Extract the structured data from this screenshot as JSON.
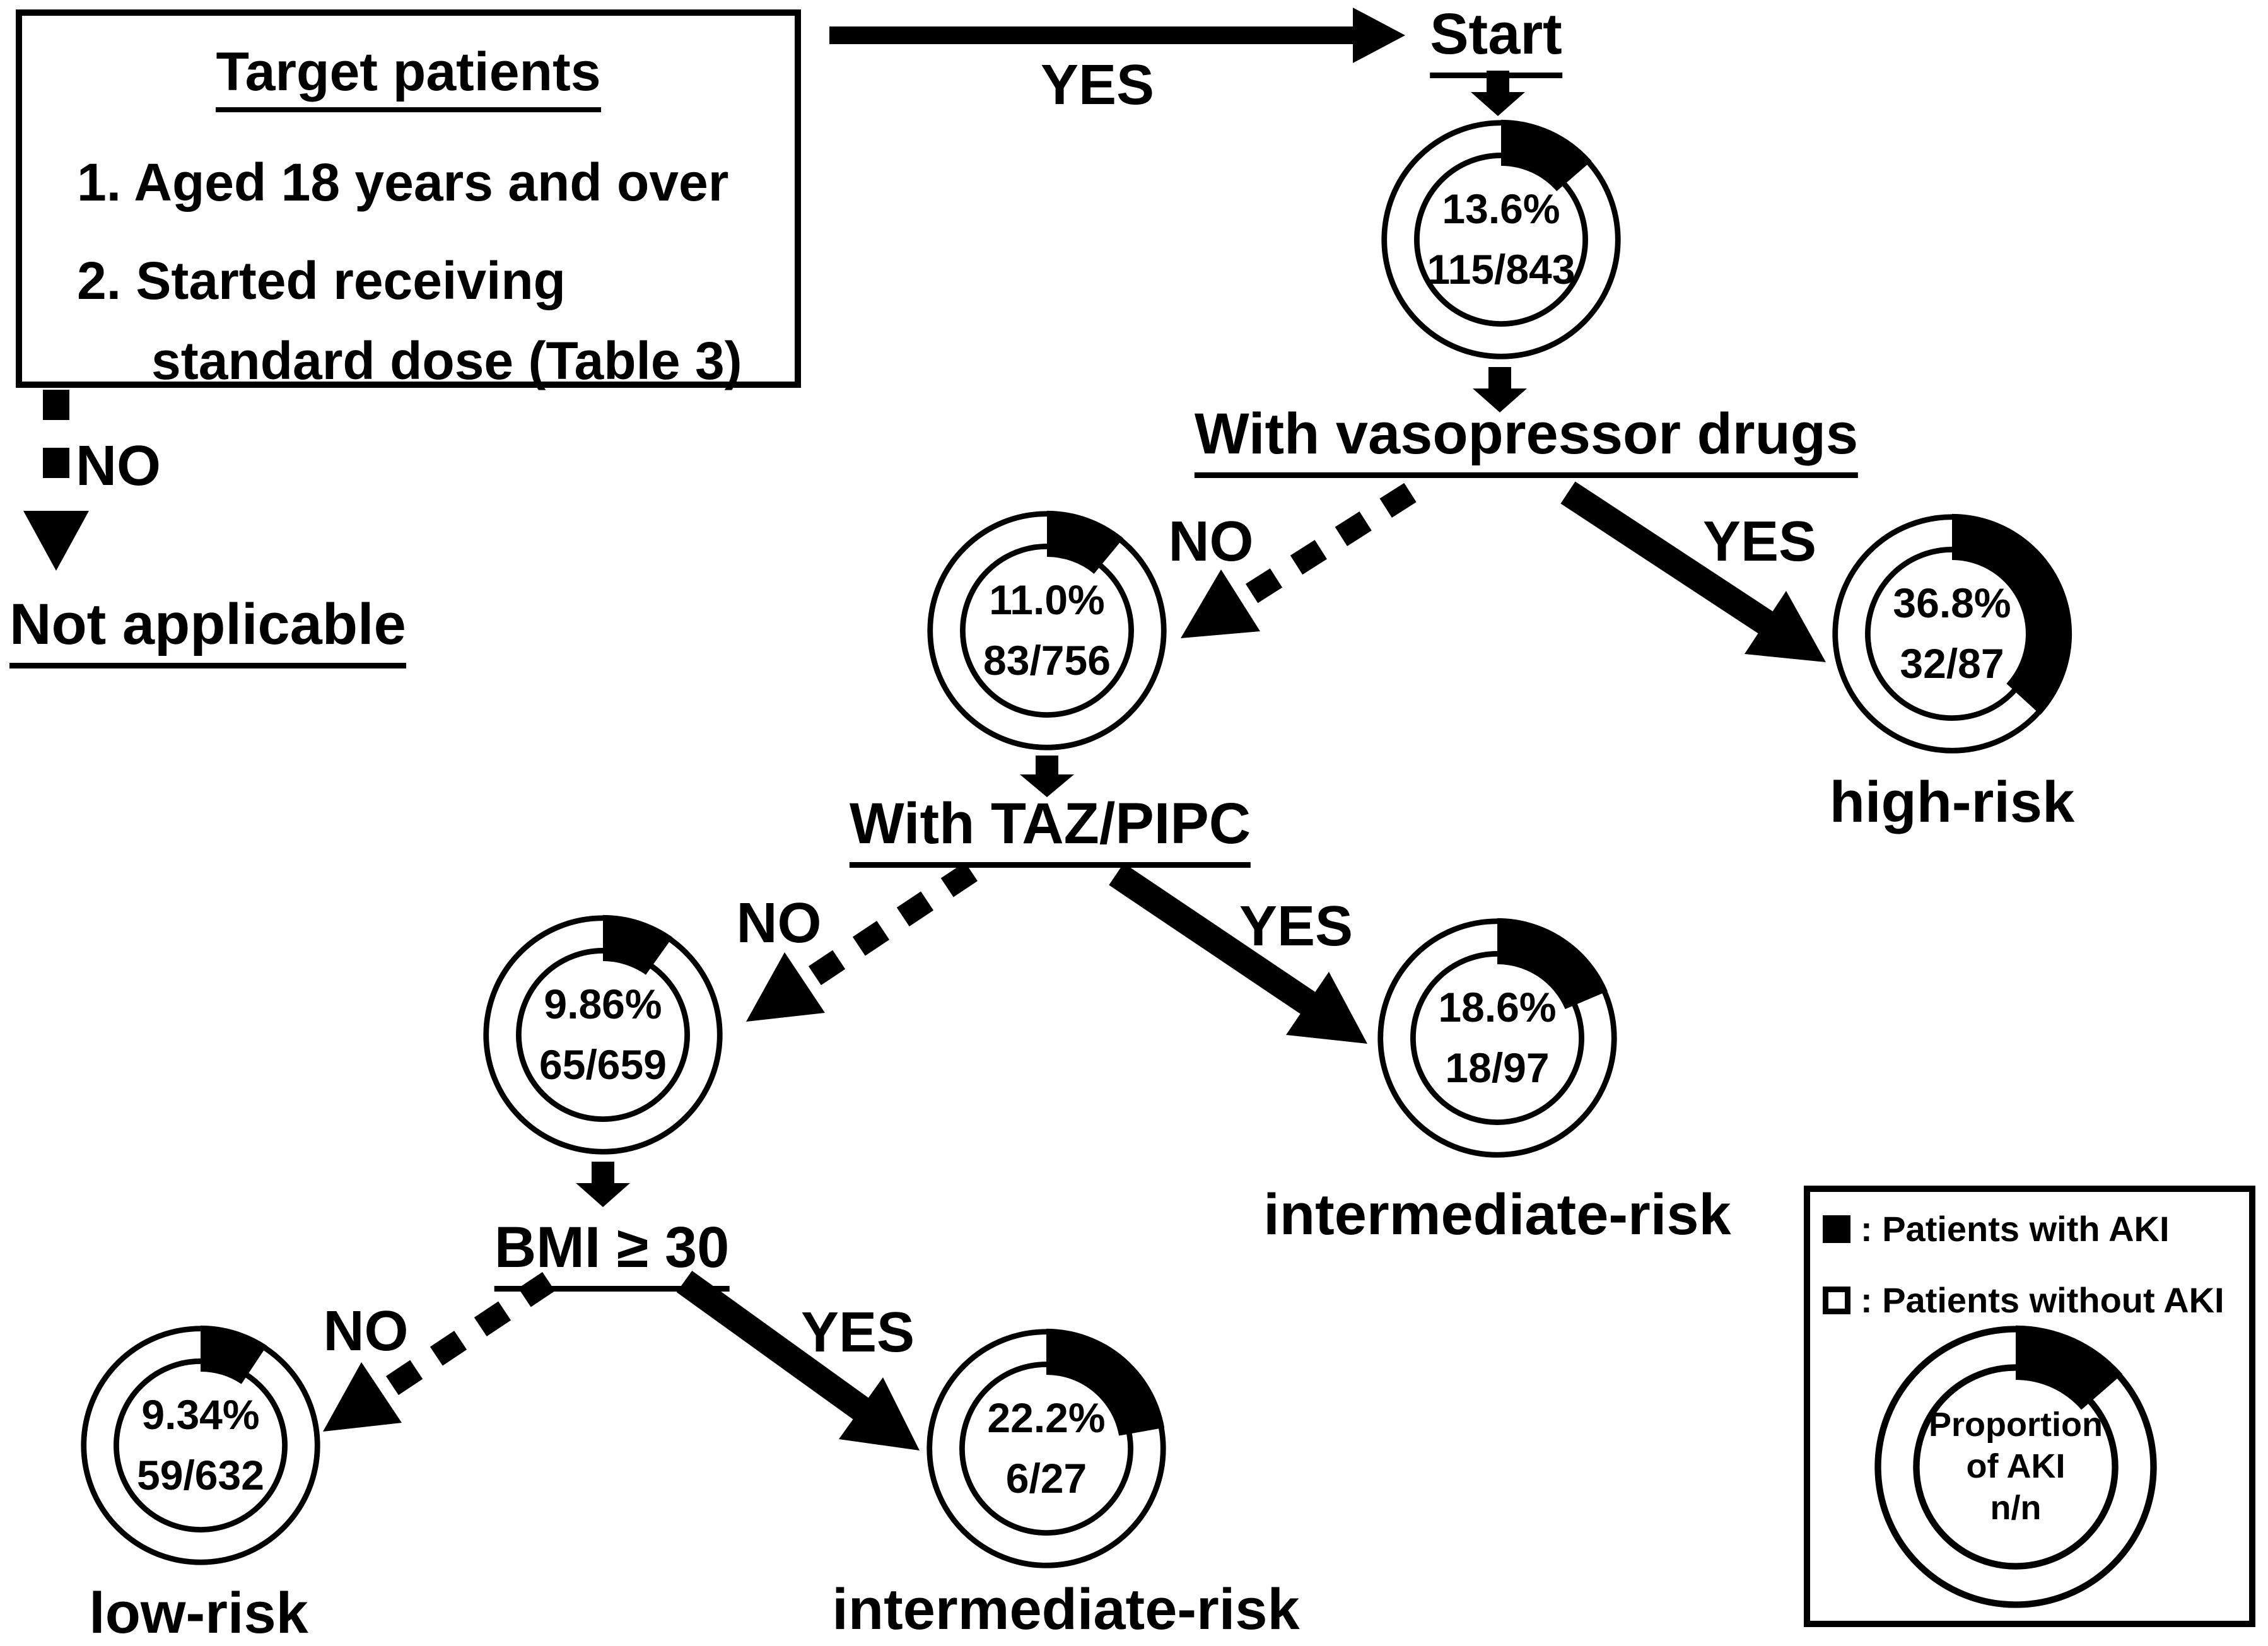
{
  "colors": {
    "foreground": "#000000",
    "background": "#ffffff"
  },
  "target_box": {
    "title": "Target patients",
    "items": [
      "1. Aged 18 years and over",
      "2. Started receiving standard dose (Table 3)"
    ]
  },
  "labels": {
    "yes": "YES",
    "no": "NO",
    "start": "Start",
    "not_applicable": "Not applicable"
  },
  "decisions": {
    "vasopressor": "With vasopressor drugs",
    "taz_pipc": "With TAZ/PIPC",
    "bmi": "BMI ≥ 30"
  },
  "donuts": [
    {
      "id": "start",
      "percent": 13.6,
      "pct_label": "13.6%",
      "count_label": "115/843"
    },
    {
      "id": "vasopressor-no",
      "percent": 11.0,
      "pct_label": "11.0%",
      "count_label": "83/756"
    },
    {
      "id": "vasopressor-yes",
      "percent": 36.8,
      "pct_label": "36.8%",
      "count_label": "32/87",
      "risk_label": "high-risk"
    },
    {
      "id": "taz-pipc-no",
      "percent": 9.86,
      "pct_label": "9.86%",
      "count_label": "65/659"
    },
    {
      "id": "taz-pipc-yes",
      "percent": 18.6,
      "pct_label": "18.6%",
      "count_label": "18/97",
      "risk_label": "intermediate-risk"
    },
    {
      "id": "bmi-no",
      "percent": 9.34,
      "pct_label": "9.34%",
      "count_label": "59/632",
      "risk_label": "low-risk"
    },
    {
      "id": "bmi-yes",
      "percent": 22.2,
      "pct_label": "22.2%",
      "count_label": "6/27",
      "risk_label": "intermediate-risk"
    }
  ],
  "legend": {
    "with_aki": ": Patients with AKI",
    "without_aki": ": Patients without AKI",
    "sample": {
      "percent": 13.6,
      "lines": [
        "Proportion",
        "of AKI",
        "n/n"
      ]
    }
  }
}
